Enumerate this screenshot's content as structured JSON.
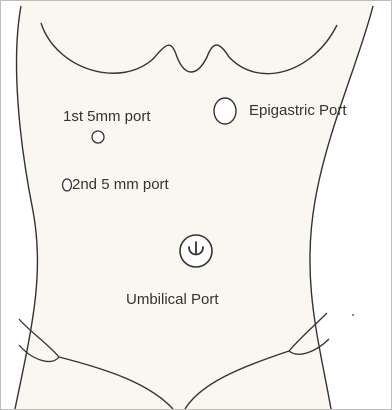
{
  "diagram": {
    "colors": {
      "skin": "#faf7f1",
      "outline": "#333333",
      "frame": "#bdbdbd"
    },
    "labels": {
      "port1": "1st 5mm port",
      "epigastric": "Epigastric Port",
      "port2": "2nd 5 mm port",
      "umbilical": "Umbilical Port"
    }
  }
}
